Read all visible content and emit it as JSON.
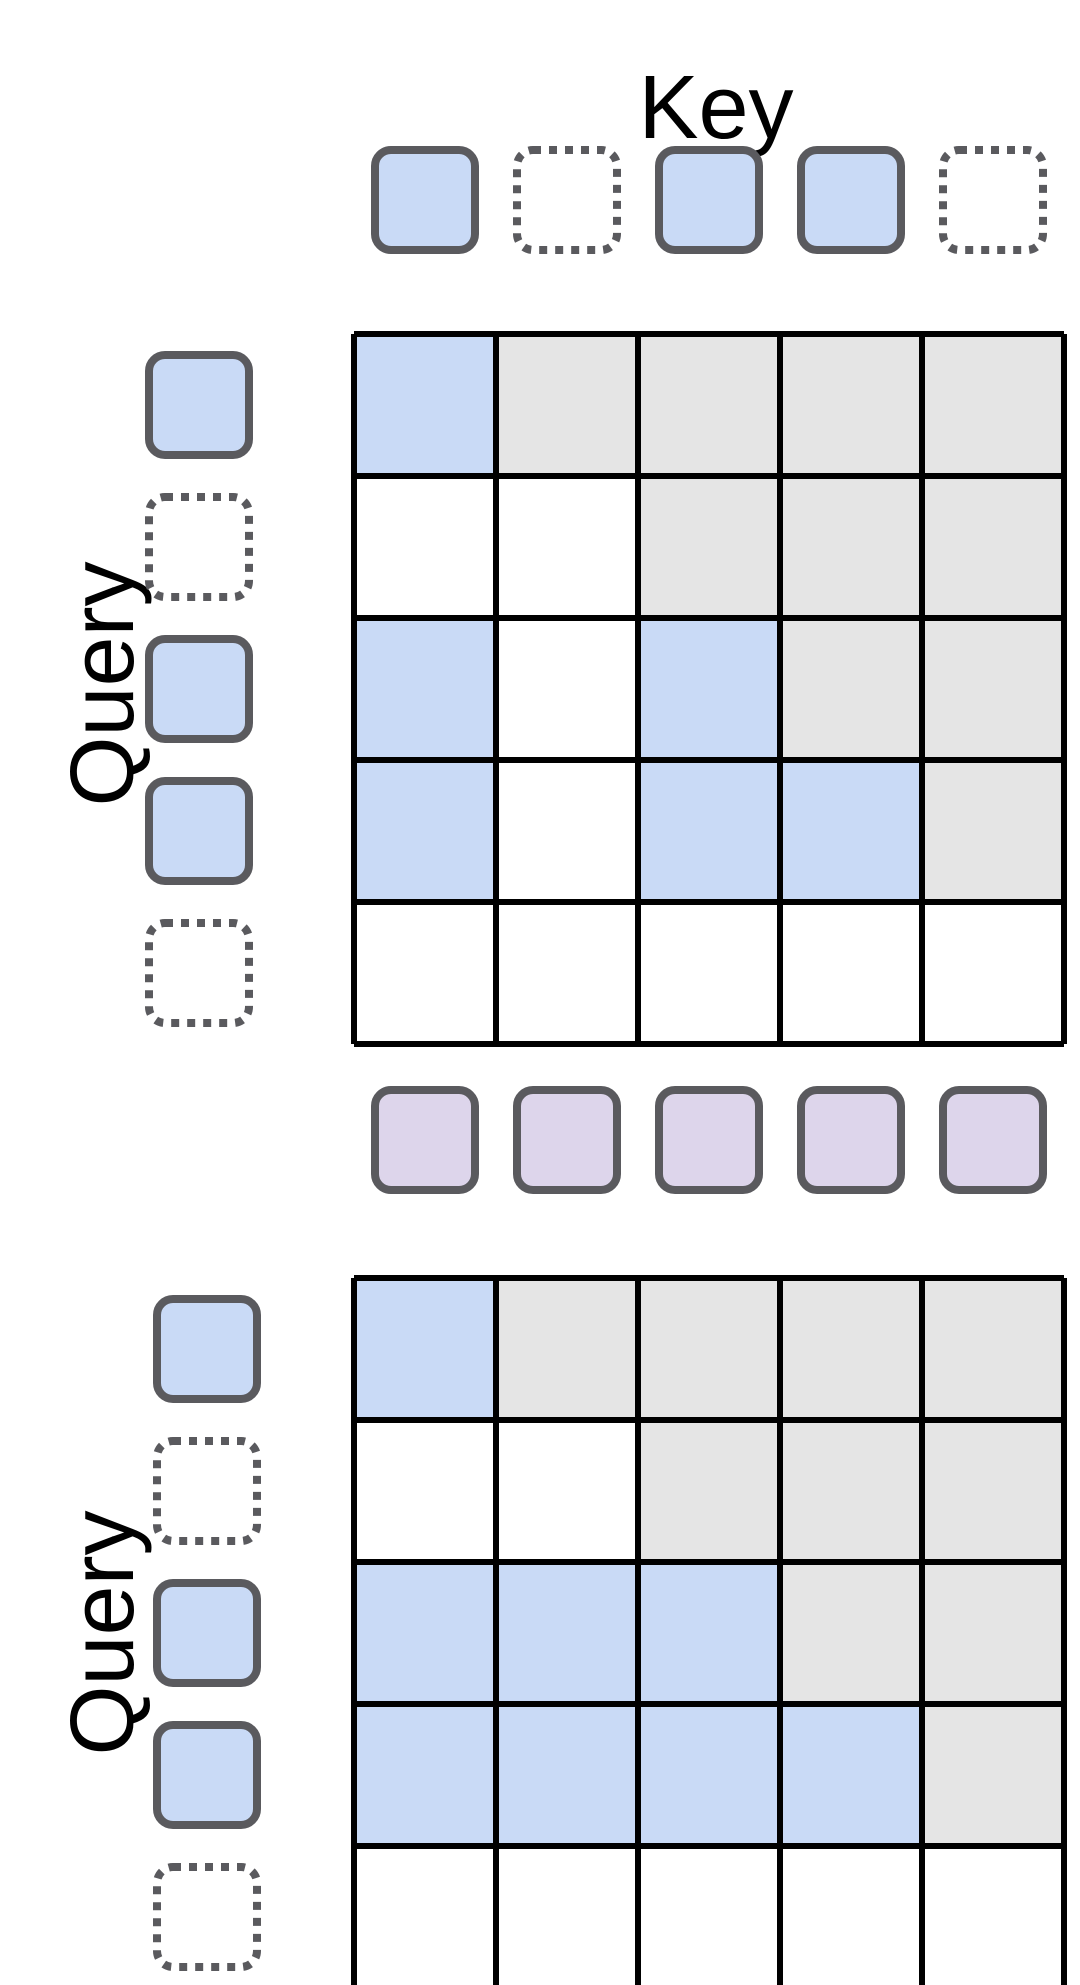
{
  "top_panel": {
    "key_label": "Key",
    "query_label": "Query",
    "key_tokens": [
      "solid",
      "dashed",
      "solid",
      "solid",
      "dashed"
    ],
    "query_tokens": [
      "solid",
      "dashed",
      "solid",
      "solid",
      "dashed"
    ],
    "mask": [
      [
        "attend",
        "future",
        "future",
        "future",
        "future"
      ],
      [
        "none",
        "none",
        "future",
        "future",
        "future"
      ],
      [
        "attend",
        "none",
        "attend",
        "future",
        "future"
      ],
      [
        "attend",
        "none",
        "attend",
        "attend",
        "future"
      ],
      [
        "none",
        "none",
        "none",
        "none",
        "none"
      ]
    ]
  },
  "bottom_panel": {
    "key_label": "",
    "query_label": "Query",
    "key_tokens": [
      "memory",
      "memory",
      "memory",
      "memory",
      "memory"
    ],
    "query_tokens": [
      "solid",
      "dashed",
      "solid",
      "solid",
      "dashed"
    ],
    "mask": [
      [
        "attend",
        "future",
        "future",
        "future",
        "future"
      ],
      [
        "none",
        "none",
        "future",
        "future",
        "future"
      ],
      [
        "attend",
        "attend",
        "attend",
        "future",
        "future"
      ],
      [
        "attend",
        "attend",
        "attend",
        "attend",
        "future"
      ],
      [
        "none",
        "none",
        "none",
        "none",
        "none"
      ]
    ]
  },
  "colors": {
    "attend": "#c9daf6",
    "future": "#e5e5e5",
    "none": "#ffffff",
    "token_solid": "#c9daf6",
    "token_memory": "#ddd5eb",
    "token_border": "#5a5a5e",
    "grid_line": "#000000"
  }
}
